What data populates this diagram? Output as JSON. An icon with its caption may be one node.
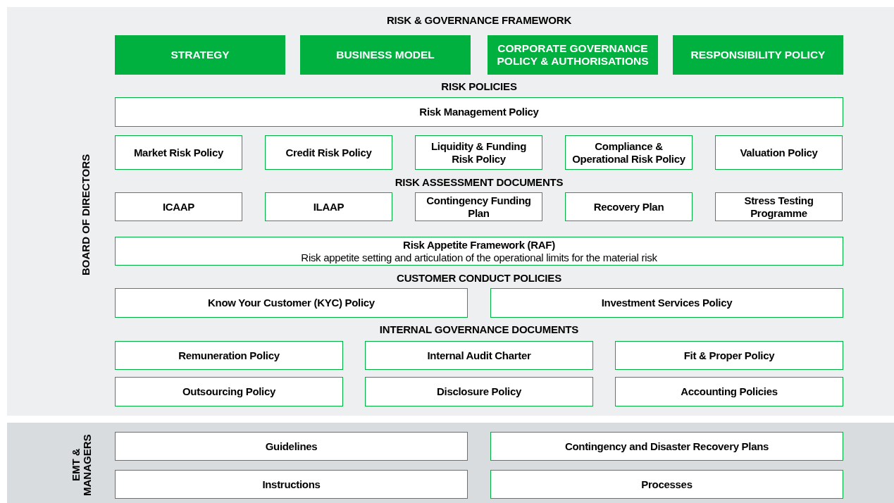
{
  "diagram": {
    "nodes": [
      {
        "text": [
          "BOARD OF DIRECTORS"
        ]
      },
      {
        "text": [
          "STRATEGY"
        ],
        "in": 0
      },
      {
        "text": [
          "BUSINESS MODEL"
        ],
        "in": 0
      },
      {
        "text": [
          "CORPORATE GOVERNANCE POLICY & AUTHORISATIONS"
        ],
        "in": 0
      },
      {
        "text": [
          "RESPONSIBILITY POLICY"
        ],
        "in": 0
      },
      {
        "text": [
          "Risk Management Policy"
        ],
        "in": 0
      },
      {
        "text": [
          "Market Risk Policy"
        ],
        "in": 0
      },
      {
        "text": [
          "Credit Risk Policy"
        ],
        "in": 0
      },
      {
        "text": [
          "Liquidity & Funding Risk Policy"
        ],
        "in": 0
      },
      {
        "text": [
          "Compliance & Operational Risk Policy"
        ],
        "in": 0
      },
      {
        "text": [
          "Valuation Policy"
        ],
        "in": 0
      },
      {
        "text": [
          "ICAAP"
        ],
        "in": 0
      },
      {
        "text": [
          "ILAAP"
        ],
        "in": 0
      },
      {
        "text": [
          "Contingency Funding Plan"
        ],
        "in": 0
      },
      {
        "text": [
          "Recovery Plan"
        ],
        "in": 0
      },
      {
        "text": [
          "Stress Testing Programme"
        ],
        "in": 0
      },
      {
        "text": [
          "Risk Appetite Framework (RAF)",
          "Risk appetite setting and articulation of the operational limits for the material risk"
        ],
        "in": 0
      },
      {
        "text": [
          "Know Your Customer (KYC) Policy"
        ],
        "in": 0
      },
      {
        "text": [
          "Investment Services Policy"
        ],
        "in": 0
      },
      {
        "text": [
          "Remuneration Policy"
        ],
        "in": 0
      },
      {
        "text": [
          "Internal Audit Charter"
        ],
        "in": 0
      },
      {
        "text": [
          "Fit & Proper Policy"
        ],
        "in": 0
      },
      {
        "text": [
          "Outsourcing Policy"
        ],
        "in": 0
      },
      {
        "text": [
          "Disclosure Policy"
        ],
        "in": 0
      },
      {
        "text": [
          "Accounting Policies"
        ],
        "in": 0
      },
      {
        "text": [
          "EMT & MANAGERS"
        ]
      },
      {
        "text": [
          "Guidelines"
        ],
        "in": 25
      },
      {
        "text": [
          "Contingency and Disaster Recovery Plans"
        ],
        "in": 25
      },
      {
        "text": [
          "Instructions"
        ],
        "in": 25
      },
      {
        "text": [
          "Processes"
        ],
        "in": 25
      }
    ],
    "labels": [
      "RISK & GOVERNANCE FRAMEWORK",
      "RISK POLICIES",
      "RISK ASSESSMENT DOCUMENTS",
      "CUSTOMER CONDUCT POLICIES",
      "INTERNAL GOVERNANCE DOCUMENTS"
    ]
  }
}
